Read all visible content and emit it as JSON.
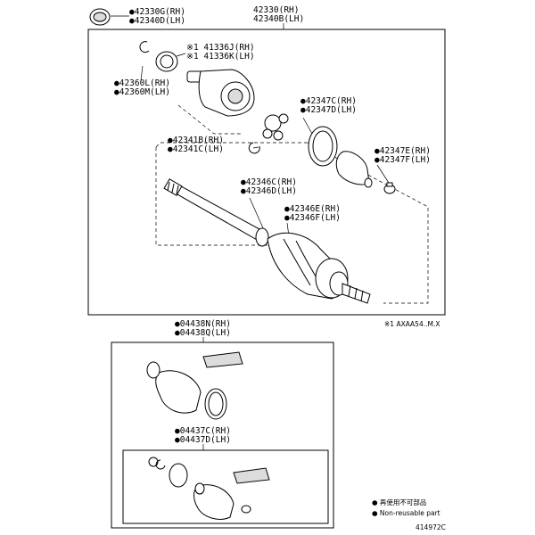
{
  "labels": {
    "l1": "●42330G(RH)",
    "l2": "●42340D(LH)",
    "top1": "42330(RH)",
    "top2": "42340B(LH)",
    "l3": "※1 41336J(RH)",
    "l4": "※1 41336K(LH)",
    "l5": "●42360L(RH)",
    "l6": "●42360M(LH)",
    "l7": "●42347C(RH)",
    "l8": "●42347D(LH)",
    "l9": "●42341B(RH)",
    "l10": "●42341C(LH)",
    "l11": "●42347E(RH)",
    "l12": "●42347F(LH)",
    "l13": "●42346C(RH)",
    "l14": "●42346D(LH)",
    "l15": "●42346E(RH)",
    "l16": "●42346F(LH)",
    "note": "※1 AXAA54..M.X",
    "l17": "●04438N(RH)",
    "l18": "●04438Q(LH)",
    "l19": "●04437C(RH)",
    "l20": "●04437D(LH)"
  },
  "legend": {
    "reuse": "● 再使用不可部品",
    "nonreuse": "● Non-reusable part"
  },
  "diagram_id": "414972C"
}
